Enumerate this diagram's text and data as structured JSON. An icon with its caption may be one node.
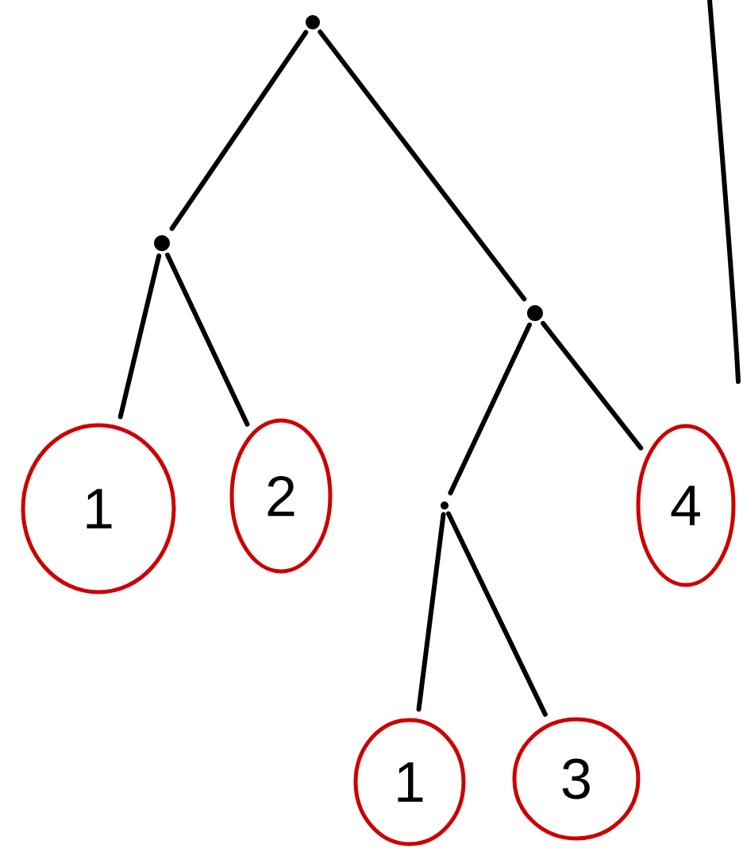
{
  "diagram": {
    "nodes": [
      {
        "text": [],
        "shape": "circle"
      },
      {
        "text": [],
        "shape": "circle"
      },
      {
        "text": [],
        "shape": "circle"
      },
      {
        "text": [
          "1"
        ]
      },
      {
        "text": [
          "2"
        ]
      },
      {
        "text": [],
        "shape": "circle"
      },
      {
        "text": [
          "4"
        ]
      },
      {
        "text": [
          "1"
        ]
      },
      {
        "text": [
          "3"
        ]
      }
    ],
    "edges": [
      {
        "from": 0,
        "to": 1,
        "arrow": "none"
      },
      {
        "from": 0,
        "to": 2,
        "arrow": "none"
      },
      {
        "from": 1,
        "to": 3,
        "arrow": "none"
      },
      {
        "from": 1,
        "to": 4,
        "arrow": "none"
      },
      {
        "from": 2,
        "to": 5,
        "arrow": "none"
      },
      {
        "from": 2,
        "to": 6,
        "arrow": "none"
      },
      {
        "from": 5,
        "to": 7,
        "arrow": "none"
      },
      {
        "from": 5,
        "to": 8,
        "arrow": "none"
      }
    ]
  }
}
